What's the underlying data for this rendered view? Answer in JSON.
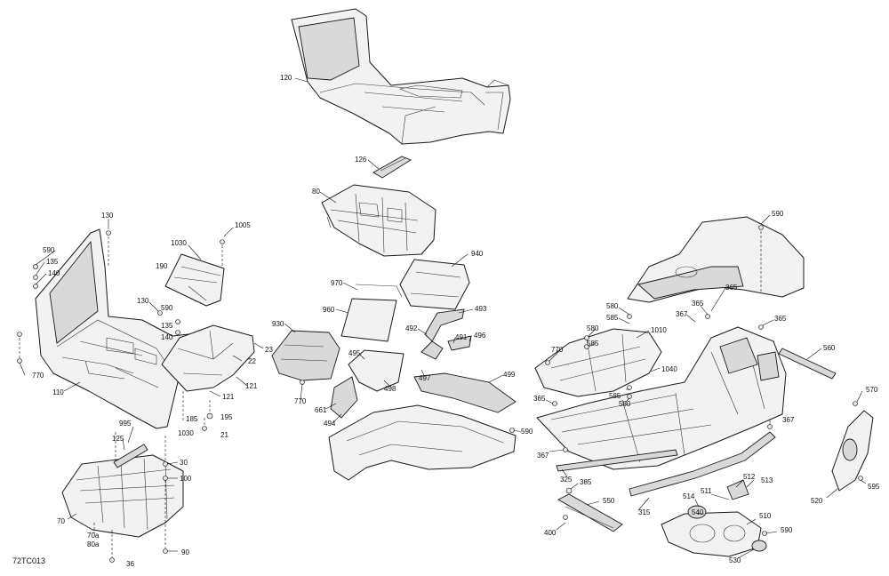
{
  "diagram_code": "72TC013",
  "callouts": [
    {
      "id": "c120",
      "text": "120"
    },
    {
      "id": "c126",
      "text": "126"
    },
    {
      "id": "c80",
      "text": "80"
    },
    {
      "id": "c130a",
      "text": "130"
    },
    {
      "id": "c1005",
      "text": "1005"
    },
    {
      "id": "c590a",
      "text": "590"
    },
    {
      "id": "c135a",
      "text": "135"
    },
    {
      "id": "c140a",
      "text": "140"
    },
    {
      "id": "c1030a",
      "text": "1030"
    },
    {
      "id": "c190",
      "text": "190"
    },
    {
      "id": "c130b",
      "text": "130"
    },
    {
      "id": "c590b",
      "text": "590"
    },
    {
      "id": "c135b",
      "text": "135"
    },
    {
      "id": "c140b",
      "text": "140"
    },
    {
      "id": "c770a",
      "text": "770"
    },
    {
      "id": "c110",
      "text": "110"
    },
    {
      "id": "c23",
      "text": "23"
    },
    {
      "id": "c22",
      "text": "22"
    },
    {
      "id": "c121a",
      "text": "121"
    },
    {
      "id": "c121b",
      "text": "121"
    },
    {
      "id": "c185",
      "text": "185"
    },
    {
      "id": "c195",
      "text": "195"
    },
    {
      "id": "c1030b",
      "text": "1030"
    },
    {
      "id": "c21",
      "text": "21"
    },
    {
      "id": "c995",
      "text": "995"
    },
    {
      "id": "c125",
      "text": "125"
    },
    {
      "id": "c30",
      "text": "30"
    },
    {
      "id": "c100",
      "text": "100"
    },
    {
      "id": "c70",
      "text": "70"
    },
    {
      "id": "c70a",
      "text": "70a"
    },
    {
      "id": "c80a",
      "text": "80a"
    },
    {
      "id": "c90",
      "text": "90"
    },
    {
      "id": "c36",
      "text": "36"
    },
    {
      "id": "c940",
      "text": "940"
    },
    {
      "id": "c970",
      "text": "970"
    },
    {
      "id": "c960",
      "text": "960"
    },
    {
      "id": "c930",
      "text": "930"
    },
    {
      "id": "c493",
      "text": "493"
    },
    {
      "id": "c492",
      "text": "492"
    },
    {
      "id": "c491",
      "text": "491"
    },
    {
      "id": "c496",
      "text": "496"
    },
    {
      "id": "c495",
      "text": "495"
    },
    {
      "id": "c497",
      "text": "497"
    },
    {
      "id": "c498",
      "text": "498"
    },
    {
      "id": "c499",
      "text": "499"
    },
    {
      "id": "c770b",
      "text": "770"
    },
    {
      "id": "c661",
      "text": "661"
    },
    {
      "id": "c494",
      "text": "494"
    },
    {
      "id": "c590c",
      "text": "590"
    },
    {
      "id": "c590d",
      "text": "590"
    },
    {
      "id": "c365a",
      "text": "365"
    },
    {
      "id": "c365b",
      "text": "365"
    },
    {
      "id": "c367a",
      "text": "367"
    },
    {
      "id": "c365c",
      "text": "365"
    },
    {
      "id": "c580a",
      "text": "580"
    },
    {
      "id": "c585a",
      "text": "585"
    },
    {
      "id": "c580b",
      "text": "580"
    },
    {
      "id": "c585b",
      "text": "585"
    },
    {
      "id": "c1010",
      "text": "1010"
    },
    {
      "id": "c770c",
      "text": "770"
    },
    {
      "id": "c1040",
      "text": "1040"
    },
    {
      "id": "c560",
      "text": "560"
    },
    {
      "id": "c365d",
      "text": "365"
    },
    {
      "id": "c585c",
      "text": "585"
    },
    {
      "id": "c580c",
      "text": "580"
    },
    {
      "id": "c367b",
      "text": "367"
    },
    {
      "id": "c367c",
      "text": "367"
    },
    {
      "id": "c570",
      "text": "570"
    },
    {
      "id": "c325",
      "text": "325"
    },
    {
      "id": "c385",
      "text": "385"
    },
    {
      "id": "c550",
      "text": "550"
    },
    {
      "id": "c315",
      "text": "315"
    },
    {
      "id": "c512",
      "text": "512"
    },
    {
      "id": "c513",
      "text": "513"
    },
    {
      "id": "c514",
      "text": "514"
    },
    {
      "id": "c511",
      "text": "511"
    },
    {
      "id": "c540",
      "text": "540"
    },
    {
      "id": "c510",
      "text": "510"
    },
    {
      "id": "c590e",
      "text": "590"
    },
    {
      "id": "c530",
      "text": "530"
    },
    {
      "id": "c400",
      "text": "400"
    },
    {
      "id": "c520",
      "text": "520"
    },
    {
      "id": "c595",
      "text": "595"
    }
  ]
}
